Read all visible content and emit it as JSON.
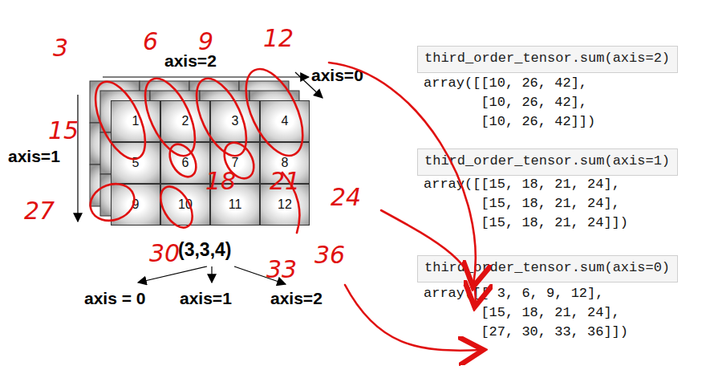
{
  "diagram": {
    "nodes": [
      {
        "text": [
          "1"
        ]
      },
      {
        "text": [
          "2"
        ]
      },
      {
        "text": [
          "3"
        ]
      },
      {
        "text": [
          "4"
        ]
      },
      {
        "text": [
          "5"
        ]
      },
      {
        "text": [
          "6"
        ]
      },
      {
        "text": [
          "7"
        ]
      },
      {
        "text": [
          "8"
        ]
      },
      {
        "text": [
          "9"
        ]
      },
      {
        "text": [
          "10"
        ]
      },
      {
        "text": [
          "11"
        ]
      },
      {
        "text": [
          "12"
        ]
      },
      {
        "text": [
          "third_order_tensor.sum(axis=2)"
        ]
      },
      {
        "text": [
          "third_order_tensor.sum(axis=1)"
        ]
      },
      {
        "text": [
          "third_order_tensor.sum(axis=0)"
        ]
      }
    ],
    "labels": [
      "axis=2",
      "axis=0",
      "axis=1",
      "(3,3,4)",
      "axis = 0",
      "axis=1",
      "axis=2",
      "array([[10, 26, 42],",
      "[10, 26, 42],",
      "[10, 26, 42]])",
      "array([[15, 18, 21, 24],",
      "[15, 18, 21, 24],",
      "[15, 18, 21, 24]])",
      "array([[ 3,  6,  9, 12],",
      "[15, 18, 21, 24],",
      "[27, 30, 33, 36]])",
      "3",
      "6",
      "9",
      "12",
      "15",
      "18",
      "21",
      "24",
      "27",
      "30",
      "33",
      "36"
    ]
  }
}
